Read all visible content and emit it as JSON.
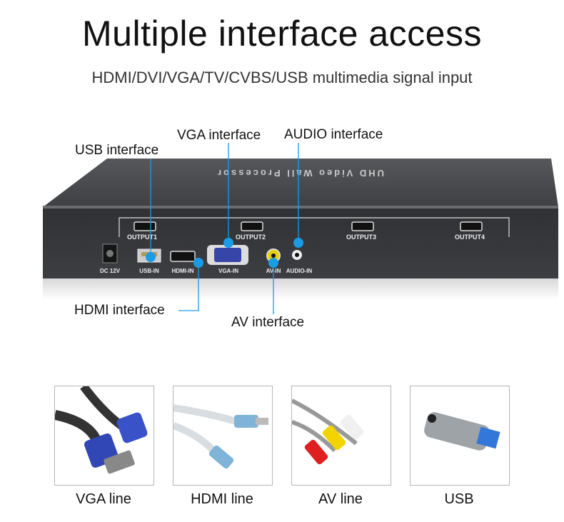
{
  "header": {
    "title": "Multiple interface access",
    "subtitle": "HDMI/DVI/VGA/TV/CVBS/USB multimedia signal input"
  },
  "device": {
    "brand_text": "UHD Video Wall Processor",
    "ports": {
      "outputs": [
        "OUTPUT1",
        "OUTPUT2",
        "OUTPUT3",
        "OUTPUT4"
      ],
      "inputs": [
        "DC 12V",
        "USB-IN",
        "HDMI-IN",
        "VGA-IN",
        "AV-IN",
        "AUDIO-IN"
      ]
    },
    "callouts": {
      "usb": "USB interface",
      "vga": "VGA interface",
      "audio": "AUDIO interface",
      "hdmi": "HDMI interface",
      "av": "AV interface"
    },
    "accent": "#1a9be6"
  },
  "cables": [
    {
      "label": "VGA line"
    },
    {
      "label": "HDMI line"
    },
    {
      "label": "AV line"
    },
    {
      "label": "USB"
    }
  ]
}
